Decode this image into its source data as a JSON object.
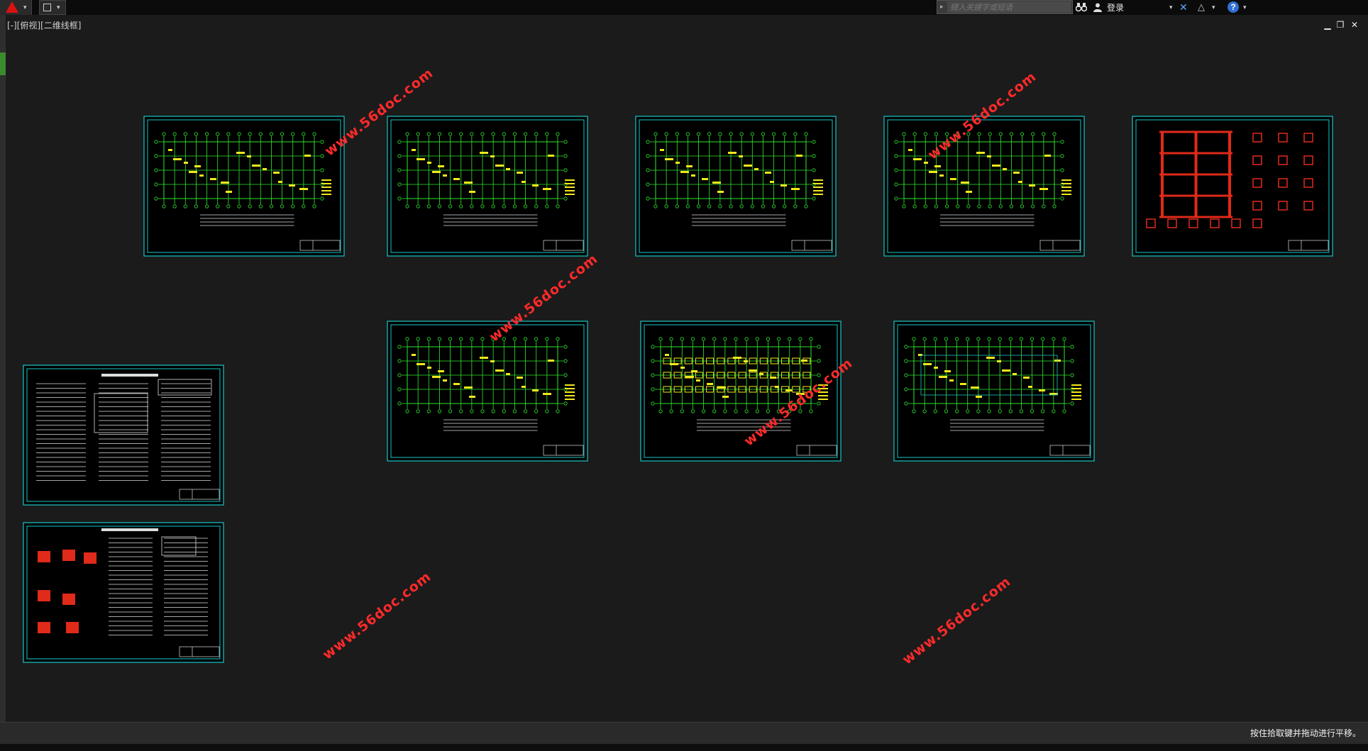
{
  "titlebar": {
    "search_placeholder": "键入关键字或短语",
    "login_label": "登录"
  },
  "viewport": {
    "label": "[-][俯视][二维线框]"
  },
  "watermark": {
    "text": "www.56doc.com"
  },
  "status": {
    "message": "按住拾取键并拖动进行平移。"
  },
  "colors": {
    "background": "#1b1b1b",
    "sheet_border": "#19c6c6",
    "grid_green": "#2fe82f",
    "annotation_yellow": "#f2e81c",
    "detail_red": "#e02a1a",
    "watermark_red": "#ff2a2a"
  },
  "icons": [
    "autocad-logo-icon",
    "save-icon",
    "search-arrow-icon",
    "binoculars-icon",
    "user-icon",
    "exchange-icon",
    "a360-icon",
    "help-icon",
    "minimize-icon",
    "restore-icon",
    "close-icon"
  ]
}
